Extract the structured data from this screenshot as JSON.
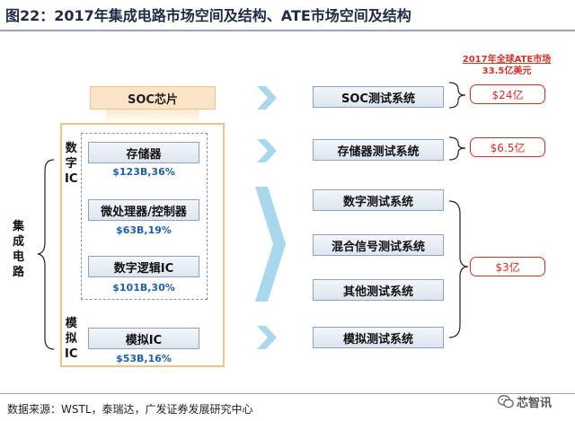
{
  "title": "图22：2017年集成电路市场空间及结构、ATE市场空间及结构",
  "soc_chip": "SOC芯片",
  "group_labels": {
    "integrated_circuit": "集\n成\n电\n路",
    "digital_ic": "数\n字\nIC",
    "analog_ic": "模\n拟\nIC"
  },
  "ic_segments": [
    {
      "name": "存储器",
      "value": "$123B,36%"
    },
    {
      "name": "微处理器/控制器",
      "value": "$63B,19%"
    },
    {
      "name": "数字逻辑IC",
      "value": "$101B,30%"
    },
    {
      "name": "模拟IC",
      "value": "$53B,16%"
    }
  ],
  "test_systems": [
    "SOC测试系统",
    "存储器测试系统",
    "数字测试系统",
    "混合信号测试系统",
    "其他测试系统",
    "模拟测试系统"
  ],
  "ate_market_note": {
    "line1": "2017年全球ATE市场",
    "line2": "33.5亿美元"
  },
  "ate_prices": {
    "soc": "$24亿",
    "memory": "$6.5亿",
    "others": "$3亿"
  },
  "source": "数据来源：WSTL，泰瑞达，广发证券发展研究中心",
  "watermark": "芯智讯",
  "colors": {
    "accent_red": "#d93025",
    "value_blue": "#1f5fae",
    "arrow_blue": "#a9d8ec",
    "frame_orange": "#f0c488",
    "soc_fill": "#fbe4c8",
    "box_border": "#8fa3bf"
  },
  "icons": {
    "arrow": "chevron-right-arrow",
    "wechat": "wechat-icon"
  }
}
